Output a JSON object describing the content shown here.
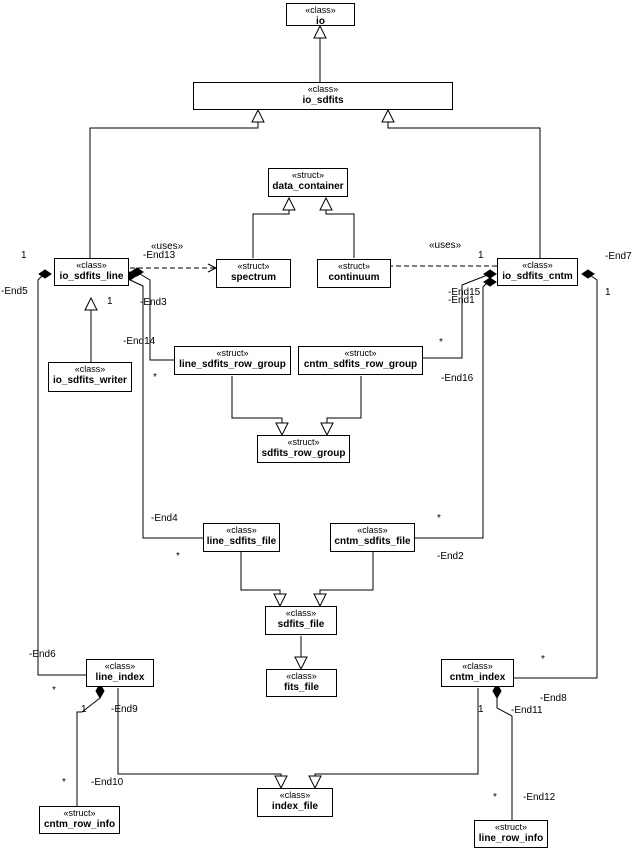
{
  "diagram": {
    "nodes": {
      "io": {
        "stereotype": "«class»",
        "name": "io"
      },
      "io_sdfits": {
        "stereotype": "«class»",
        "name": "io_sdfits"
      },
      "data_container": {
        "stereotype": "«struct»",
        "name": "data_container"
      },
      "spectrum": {
        "stereotype": "«struct»",
        "name": "spectrum"
      },
      "continuum": {
        "stereotype": "«struct»",
        "name": "continuum"
      },
      "io_sdfits_line": {
        "stereotype": "«class»",
        "name": "io_sdfits_line"
      },
      "io_sdfits_cntm": {
        "stereotype": "«class»",
        "name": "io_sdfits_cntm"
      },
      "io_sdfits_writer": {
        "stereotype": "«class»",
        "name": "io_sdfits_writer"
      },
      "line_sdfits_row_group": {
        "stereotype": "«struct»",
        "name": "line_sdfits_row_group"
      },
      "cntm_sdfits_row_group": {
        "stereotype": "«struct»",
        "name": "cntm_sdfits_row_group"
      },
      "sdfits_row_group": {
        "stereotype": "«struct»",
        "name": "sdfits_row_group"
      },
      "line_sdfits_file": {
        "stereotype": "«class»",
        "name": "line_sdfits_file"
      },
      "cntm_sdfits_file": {
        "stereotype": "«class»",
        "name": "cntm_sdfits_file"
      },
      "sdfits_file": {
        "stereotype": "«class»",
        "name": "sdfits_file"
      },
      "fits_file": {
        "stereotype": "«class»",
        "name": "fits_file"
      },
      "line_index": {
        "stereotype": "«class»",
        "name": "line_index"
      },
      "cntm_index": {
        "stereotype": "«class»",
        "name": "cntm_index"
      },
      "index_file": {
        "stereotype": "«class»",
        "name": "index_file"
      },
      "cntm_row_info": {
        "stereotype": "«struct»",
        "name": "cntm_row_info"
      },
      "line_row_info": {
        "stereotype": "«struct»",
        "name": "line_row_info"
      }
    },
    "labels": {
      "uses_left": "«uses»",
      "uses_right": "«uses»",
      "end13": "-End13",
      "end3": "-End3",
      "end14": "-End14",
      "end5": "-End5",
      "end7": "-End7",
      "end15": "-End15",
      "end1": "-End1",
      "end16": "-End16",
      "end4": "-End4",
      "end2": "-End2",
      "end6": "-End6",
      "end9": "-End9",
      "end10": "-End10",
      "end8": "-End8",
      "end11": "-End11",
      "end12": "-End12",
      "m_one_tl": "1",
      "m_one_line_a": "1",
      "m_star_line_a": "*",
      "m_one_uses_r": "1",
      "m_one_cntm_r": "1",
      "m_star_cntm_a": "*",
      "m_star_cntm_file": "*",
      "m_star_line_file": "*",
      "m_star_line_index": "*",
      "m_one_line_index": "1",
      "m_star_cntm_row_info": "*",
      "m_star_cntm_index": "*",
      "m_one_cntm_index": "1",
      "m_star_line_row_info": "*"
    }
  }
}
